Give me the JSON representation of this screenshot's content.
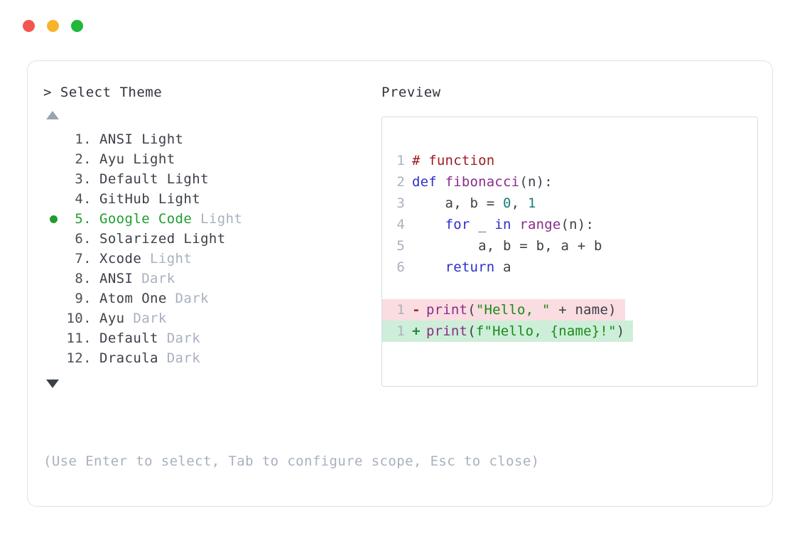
{
  "window": {
    "traffic_lights": [
      {
        "name": "close",
        "color": "#f2564f"
      },
      {
        "name": "minimize",
        "color": "#f6b42b"
      },
      {
        "name": "maximize",
        "color": "#21b83c"
      }
    ]
  },
  "prompt": {
    "marker": ">",
    "title": "Select Theme",
    "scroll_up": "▲",
    "scroll_down": "▼"
  },
  "theme_list": {
    "selected_index": 5,
    "items": [
      {
        "index": "1.",
        "name": "ANSI Light",
        "variant": "",
        "variant_muted": false,
        "selected": false
      },
      {
        "index": "2.",
        "name": "Ayu Light",
        "variant": "",
        "variant_muted": false,
        "selected": false
      },
      {
        "index": "3.",
        "name": "Default Light",
        "variant": "",
        "variant_muted": false,
        "selected": false
      },
      {
        "index": "4.",
        "name": "GitHub Light",
        "variant": "",
        "variant_muted": false,
        "selected": false
      },
      {
        "index": "5.",
        "name": "Google Code",
        "variant": "Light",
        "variant_muted": true,
        "selected": true
      },
      {
        "index": "6.",
        "name": "Solarized Light",
        "variant": "",
        "variant_muted": false,
        "selected": false
      },
      {
        "index": "7.",
        "name": "Xcode",
        "variant": "Light",
        "variant_muted": true,
        "selected": false
      },
      {
        "index": "8.",
        "name": "ANSI",
        "variant": "Dark",
        "variant_muted": true,
        "selected": false
      },
      {
        "index": "9.",
        "name": "Atom One",
        "variant": "Dark",
        "variant_muted": true,
        "selected": false
      },
      {
        "index": "10.",
        "name": "Ayu",
        "variant": "Dark",
        "variant_muted": true,
        "selected": false
      },
      {
        "index": "11.",
        "name": "Default",
        "variant": "Dark",
        "variant_muted": true,
        "selected": false
      },
      {
        "index": "12.",
        "name": "Dracula",
        "variant": "Dark",
        "variant_muted": true,
        "selected": false
      }
    ]
  },
  "hint": "(Use Enter to select, Tab to configure scope, Esc to close)",
  "preview": {
    "title": "Preview",
    "code_lines": [
      {
        "ln": "1",
        "tokens": [
          {
            "t": "# function",
            "c": "cmt"
          }
        ]
      },
      {
        "ln": "2",
        "tokens": [
          {
            "t": "def ",
            "c": "kw"
          },
          {
            "t": "fibonacci",
            "c": "fn"
          },
          {
            "t": "(n):",
            "c": "pn"
          }
        ]
      },
      {
        "ln": "3",
        "tokens": [
          {
            "t": "    a, b = ",
            "c": "src"
          },
          {
            "t": "0",
            "c": "num"
          },
          {
            "t": ", ",
            "c": "src"
          },
          {
            "t": "1",
            "c": "num"
          }
        ]
      },
      {
        "ln": "4",
        "tokens": [
          {
            "t": "    ",
            "c": "src"
          },
          {
            "t": "for",
            "c": "kw"
          },
          {
            "t": " _ ",
            "c": "src"
          },
          {
            "t": "in",
            "c": "kw"
          },
          {
            "t": " ",
            "c": "src"
          },
          {
            "t": "range",
            "c": "fn"
          },
          {
            "t": "(n):",
            "c": "pn"
          }
        ]
      },
      {
        "ln": "5",
        "tokens": [
          {
            "t": "        a, b = b, a + b",
            "c": "src"
          }
        ]
      },
      {
        "ln": "6",
        "tokens": [
          {
            "t": "    ",
            "c": "src"
          },
          {
            "t": "return",
            "c": "kw"
          },
          {
            "t": " a",
            "c": "src"
          }
        ]
      }
    ],
    "diff_lines": [
      {
        "kind": "del",
        "ln": "1",
        "sign": "-",
        "tokens": [
          {
            "t": "print",
            "c": "fn"
          },
          {
            "t": "(",
            "c": "pn"
          },
          {
            "t": "\"Hello, \"",
            "c": "str"
          },
          {
            "t": " + name)",
            "c": "src"
          }
        ]
      },
      {
        "kind": "add",
        "ln": "1",
        "sign": "+",
        "tokens": [
          {
            "t": "print",
            "c": "fn"
          },
          {
            "t": "(",
            "c": "pn"
          },
          {
            "t": "f\"Hello, {name}!\"",
            "c": "str"
          },
          {
            "t": ")",
            "c": "pn"
          }
        ]
      }
    ]
  },
  "colors": {
    "accent_green": "#1e9e2e",
    "muted": "#a8b0c0",
    "text": "#3c4048",
    "card_border": "#dfe1e8",
    "preview_border": "#d6dae4",
    "diff_del_bg": "#fadde0",
    "diff_add_bg": "#cdeed8",
    "keyword": "#2b2fcc",
    "function": "#8a2d8a",
    "string": "#1a8a1a",
    "number": "#1a7d7d",
    "comment": "#9e1b22"
  }
}
